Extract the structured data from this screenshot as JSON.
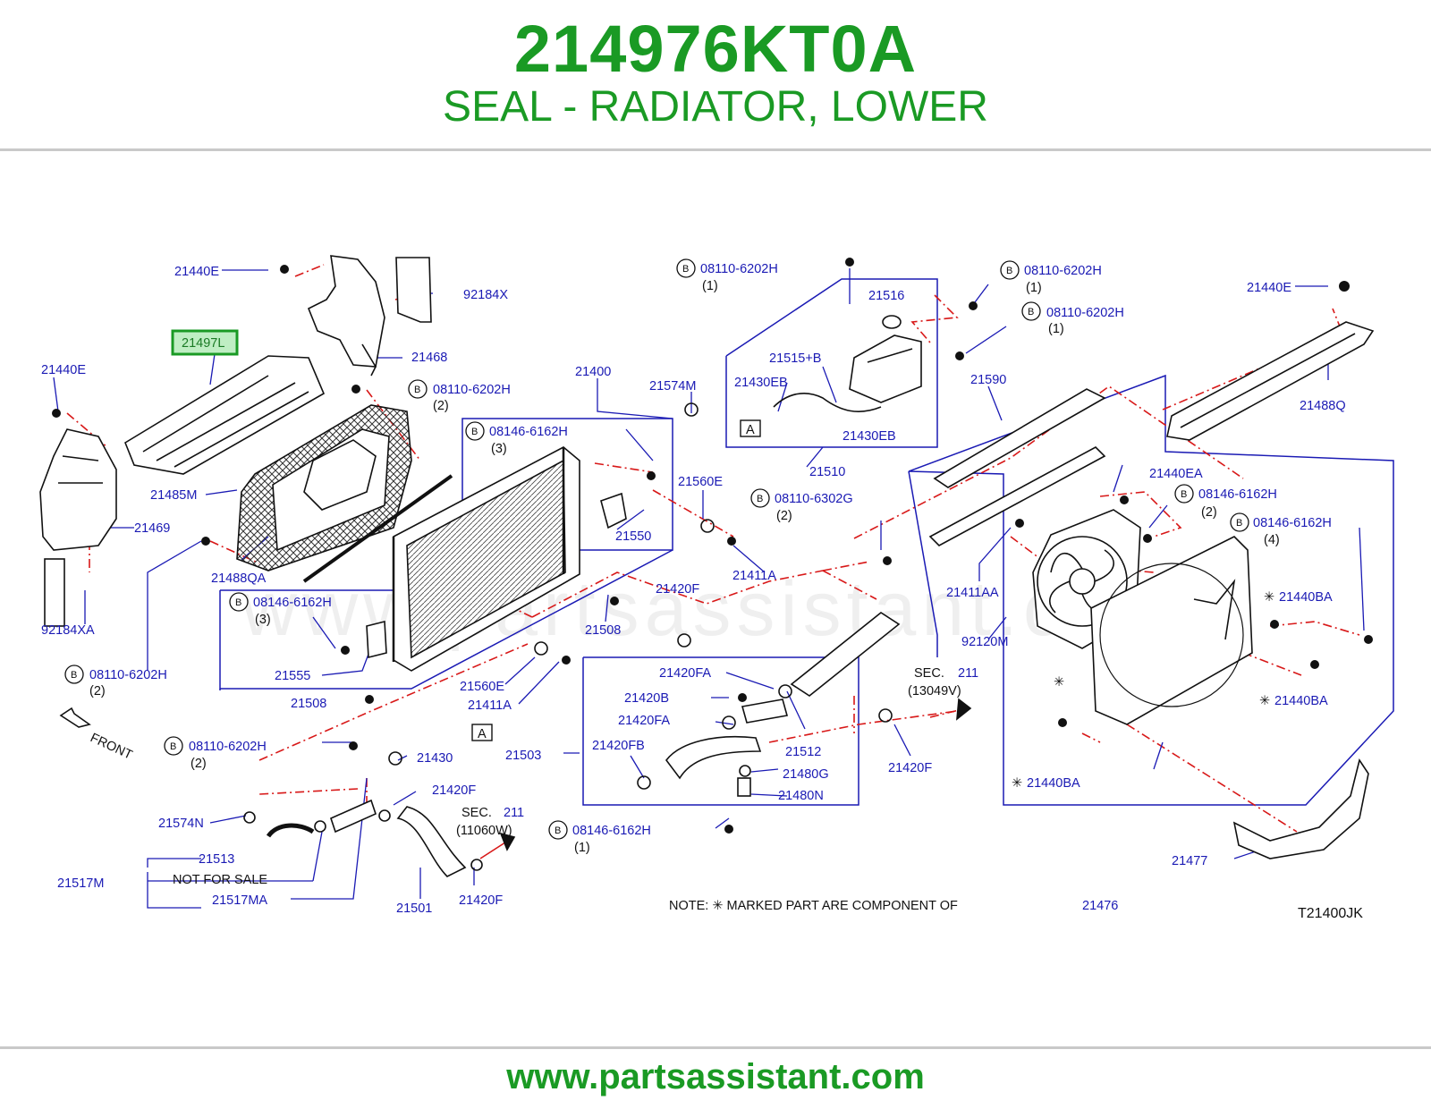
{
  "header": {
    "part_number": "214976KT0A",
    "description": "SEAL - RADIATOR, LOWER"
  },
  "footer": {
    "url": "www.partsassistant.com"
  },
  "watermark": "www.partsassistant.com",
  "diagram": {
    "highlight_color": "#1a9a24",
    "label_color": "#1a1ab4",
    "callout_color": "#d81818",
    "highlighted_part": "21497L",
    "labels": {
      "l21440E_a": "21440E",
      "l92184X": "92184X",
      "l21497L": "21497L",
      "l21468": "21468",
      "l21440E_b": "21440E",
      "lB08110_a": "08110-6202H",
      "lB08110_a_q": "(2)",
      "l21485M": "21485M",
      "l21469": "21469",
      "l21488QA": "21488QA",
      "l92184XA": "92184XA",
      "lB08110_b": "08110-6202H",
      "lB08110_b_q": "(2)",
      "l21400": "21400",
      "l21574M": "21574M",
      "lB08146_a": "08146-6162H",
      "lB08146_a_q": "(3)",
      "l21560E_a": "21560E",
      "l21550": "21550",
      "l21411A_a": "21411A",
      "lB08146_b": "08146-6162H",
      "lB08146_b_q": "(3)",
      "l21555": "21555",
      "l21508_a": "21508",
      "l21508_b": "21508",
      "l21560E_b": "21560E",
      "l21411A_b": "21411A",
      "lB08110_c": "08110-6202H",
      "lB08110_c_q": "(1)",
      "l21516": "21516",
      "l21515B": "21515+B",
      "l21430EB_a": "21430EB",
      "l21430EB_b": "21430EB",
      "l21510": "21510",
      "lB08110_d": "08110-6202H",
      "lB08110_d_q": "(1)",
      "lB08110_e": "08110-6202H",
      "lB08110_e_q": "(1)",
      "l21590": "21590",
      "l21440E_c": "21440E",
      "l21488Q": "21488Q",
      "lB08110_f": "08110-6302G",
      "lB08110_f_q": "(2)",
      "l21420F_a": "21420F",
      "l21440EA": "21440EA",
      "lB08146_c": "08146-6162H",
      "lB08146_c_q": "(2)",
      "lB08146_d": "08146-6162H",
      "lB08146_d_q": "(4)",
      "l21411AA": "21411AA",
      "l92120M": "92120M",
      "l21440BA_a": "21440BA",
      "l21440BA_b": "21440BA",
      "l21440BA_c": "21440BA",
      "l21420FA_a": "21420FA",
      "l21420B": "21420B",
      "l21420FA_b": "21420FA",
      "l21420FB": "21420FB",
      "l21512": "21512",
      "l21480G": "21480G",
      "l21480N": "21480N",
      "lB08146_e": "08146-6162H",
      "lB08146_e_q": "(1)",
      "l21503": "21503",
      "lSEC211_a": "SEC.",
      "lSEC211_a_n": "211",
      "lSEC211_a_c": "(13049V)",
      "l21420F_b": "21420F",
      "lB08110_g": "08110-6202H",
      "lB08110_g_q": "(2)",
      "l21430": "21430",
      "l21574N": "21574N",
      "l21420F_c": "21420F",
      "lSEC211_b": "SEC.",
      "lSEC211_b_n": "211",
      "lSEC211_b_c": "(11060W)",
      "l21513": "21513",
      "l21517M": "21517M",
      "lNFS": "NOT  FOR  SALE",
      "l21517MA": "21517MA",
      "l21501": "21501",
      "l21420F_d": "21420F",
      "l21477": "21477",
      "lFRONT": "FRONT",
      "lA_a": "A",
      "lA_b": "A",
      "lB": "B",
      "note_text": "NOTE:  ✳ MARKED  PART  ARE  COMPONENT  OF",
      "note_part": "21476",
      "diagram_code": "T21400JK"
    }
  }
}
